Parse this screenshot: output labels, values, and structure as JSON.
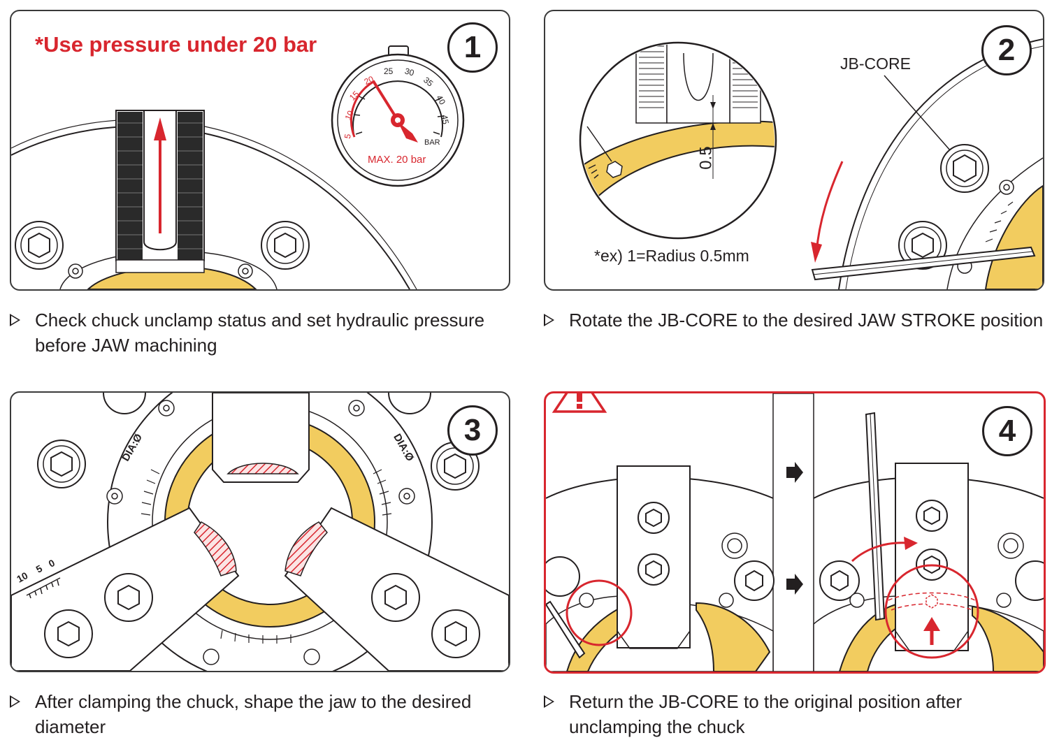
{
  "step1": {
    "number": "1",
    "warning": "*Use pressure under 20 bar",
    "gauge_ticks": [
      "5",
      "10",
      "15",
      "20",
      "25",
      "30",
      "35",
      "40",
      "45"
    ],
    "gauge_unit": "BAR",
    "gauge_max": "MAX. 20 bar",
    "caption": "Check chuck unclamp status and set hydraulic pressure before JAW machining"
  },
  "step2": {
    "number": "2",
    "part_label": "JB-CORE",
    "zoom_value": "0.5",
    "example": "*ex) 1=Radius 0.5mm",
    "caption": "Rotate the JB-CORE to the desired JAW STROKE position"
  },
  "step3": {
    "number": "3",
    "dia_label": "DIA:Ø",
    "ruler_ticks": [
      "10",
      "5",
      "0"
    ],
    "caption": "After clamping the chuck, shape the jaw to the desired diameter"
  },
  "step4": {
    "number": "4",
    "caption": "Return the JB-CORE to the original position after unclamping the chuck"
  },
  "colors": {
    "accent_red": "#d8262e",
    "gold": "#f2cc5f",
    "line": "#231f20"
  }
}
